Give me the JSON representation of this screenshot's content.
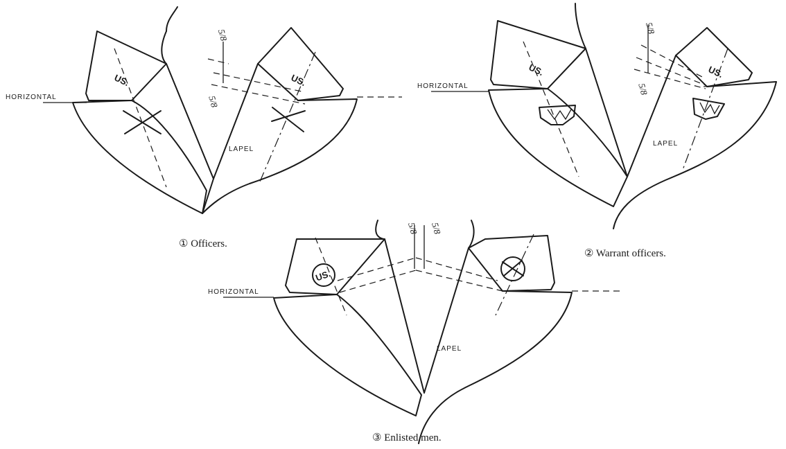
{
  "figure": {
    "labels": {
      "horizontal": "HORIZONTAL",
      "lapel": "LAPEL",
      "measure": "5/8"
    },
    "captions": {
      "officers": "① Officers.",
      "warrant_officers": "② Warrant officers.",
      "enlisted_men": "③ Enlisted men."
    },
    "insignia": {
      "us_text": "US."
    }
  }
}
